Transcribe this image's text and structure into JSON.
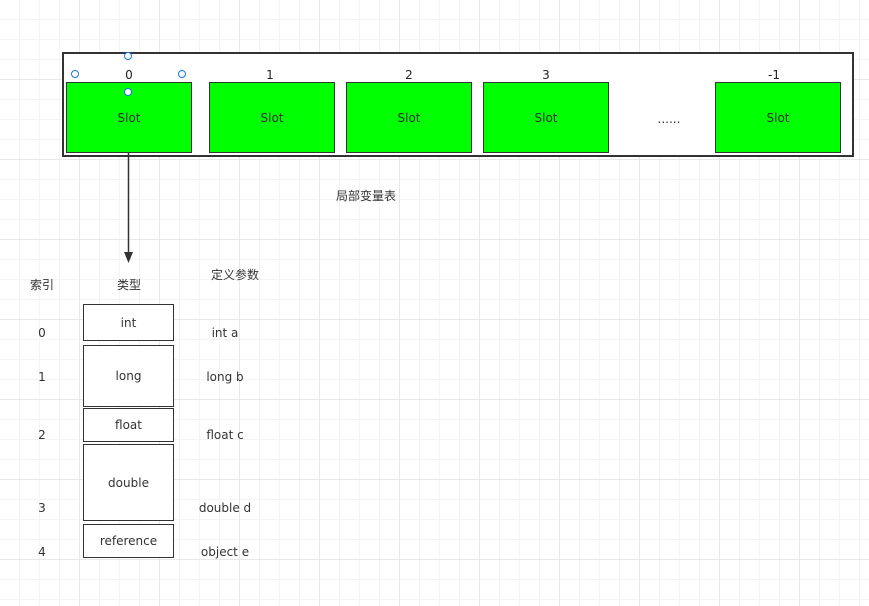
{
  "slots": {
    "label": "Slot",
    "indices": [
      "0",
      "1",
      "2",
      "3",
      "-1"
    ],
    "ellipsis": "......",
    "caption": "局部变量表"
  },
  "table": {
    "headers": {
      "index": "索引",
      "type": "类型",
      "param": "定义参数"
    },
    "types": [
      "int",
      "long",
      "float",
      "double",
      "reference"
    ],
    "indices": [
      "0",
      "1",
      "2",
      "3",
      "4"
    ],
    "params": [
      "int a",
      "long b",
      "float c",
      "double d",
      "object e"
    ]
  },
  "colors": {
    "slot_fill": "#00ff00",
    "handle": "#1a73e8",
    "stroke": "#333333"
  }
}
